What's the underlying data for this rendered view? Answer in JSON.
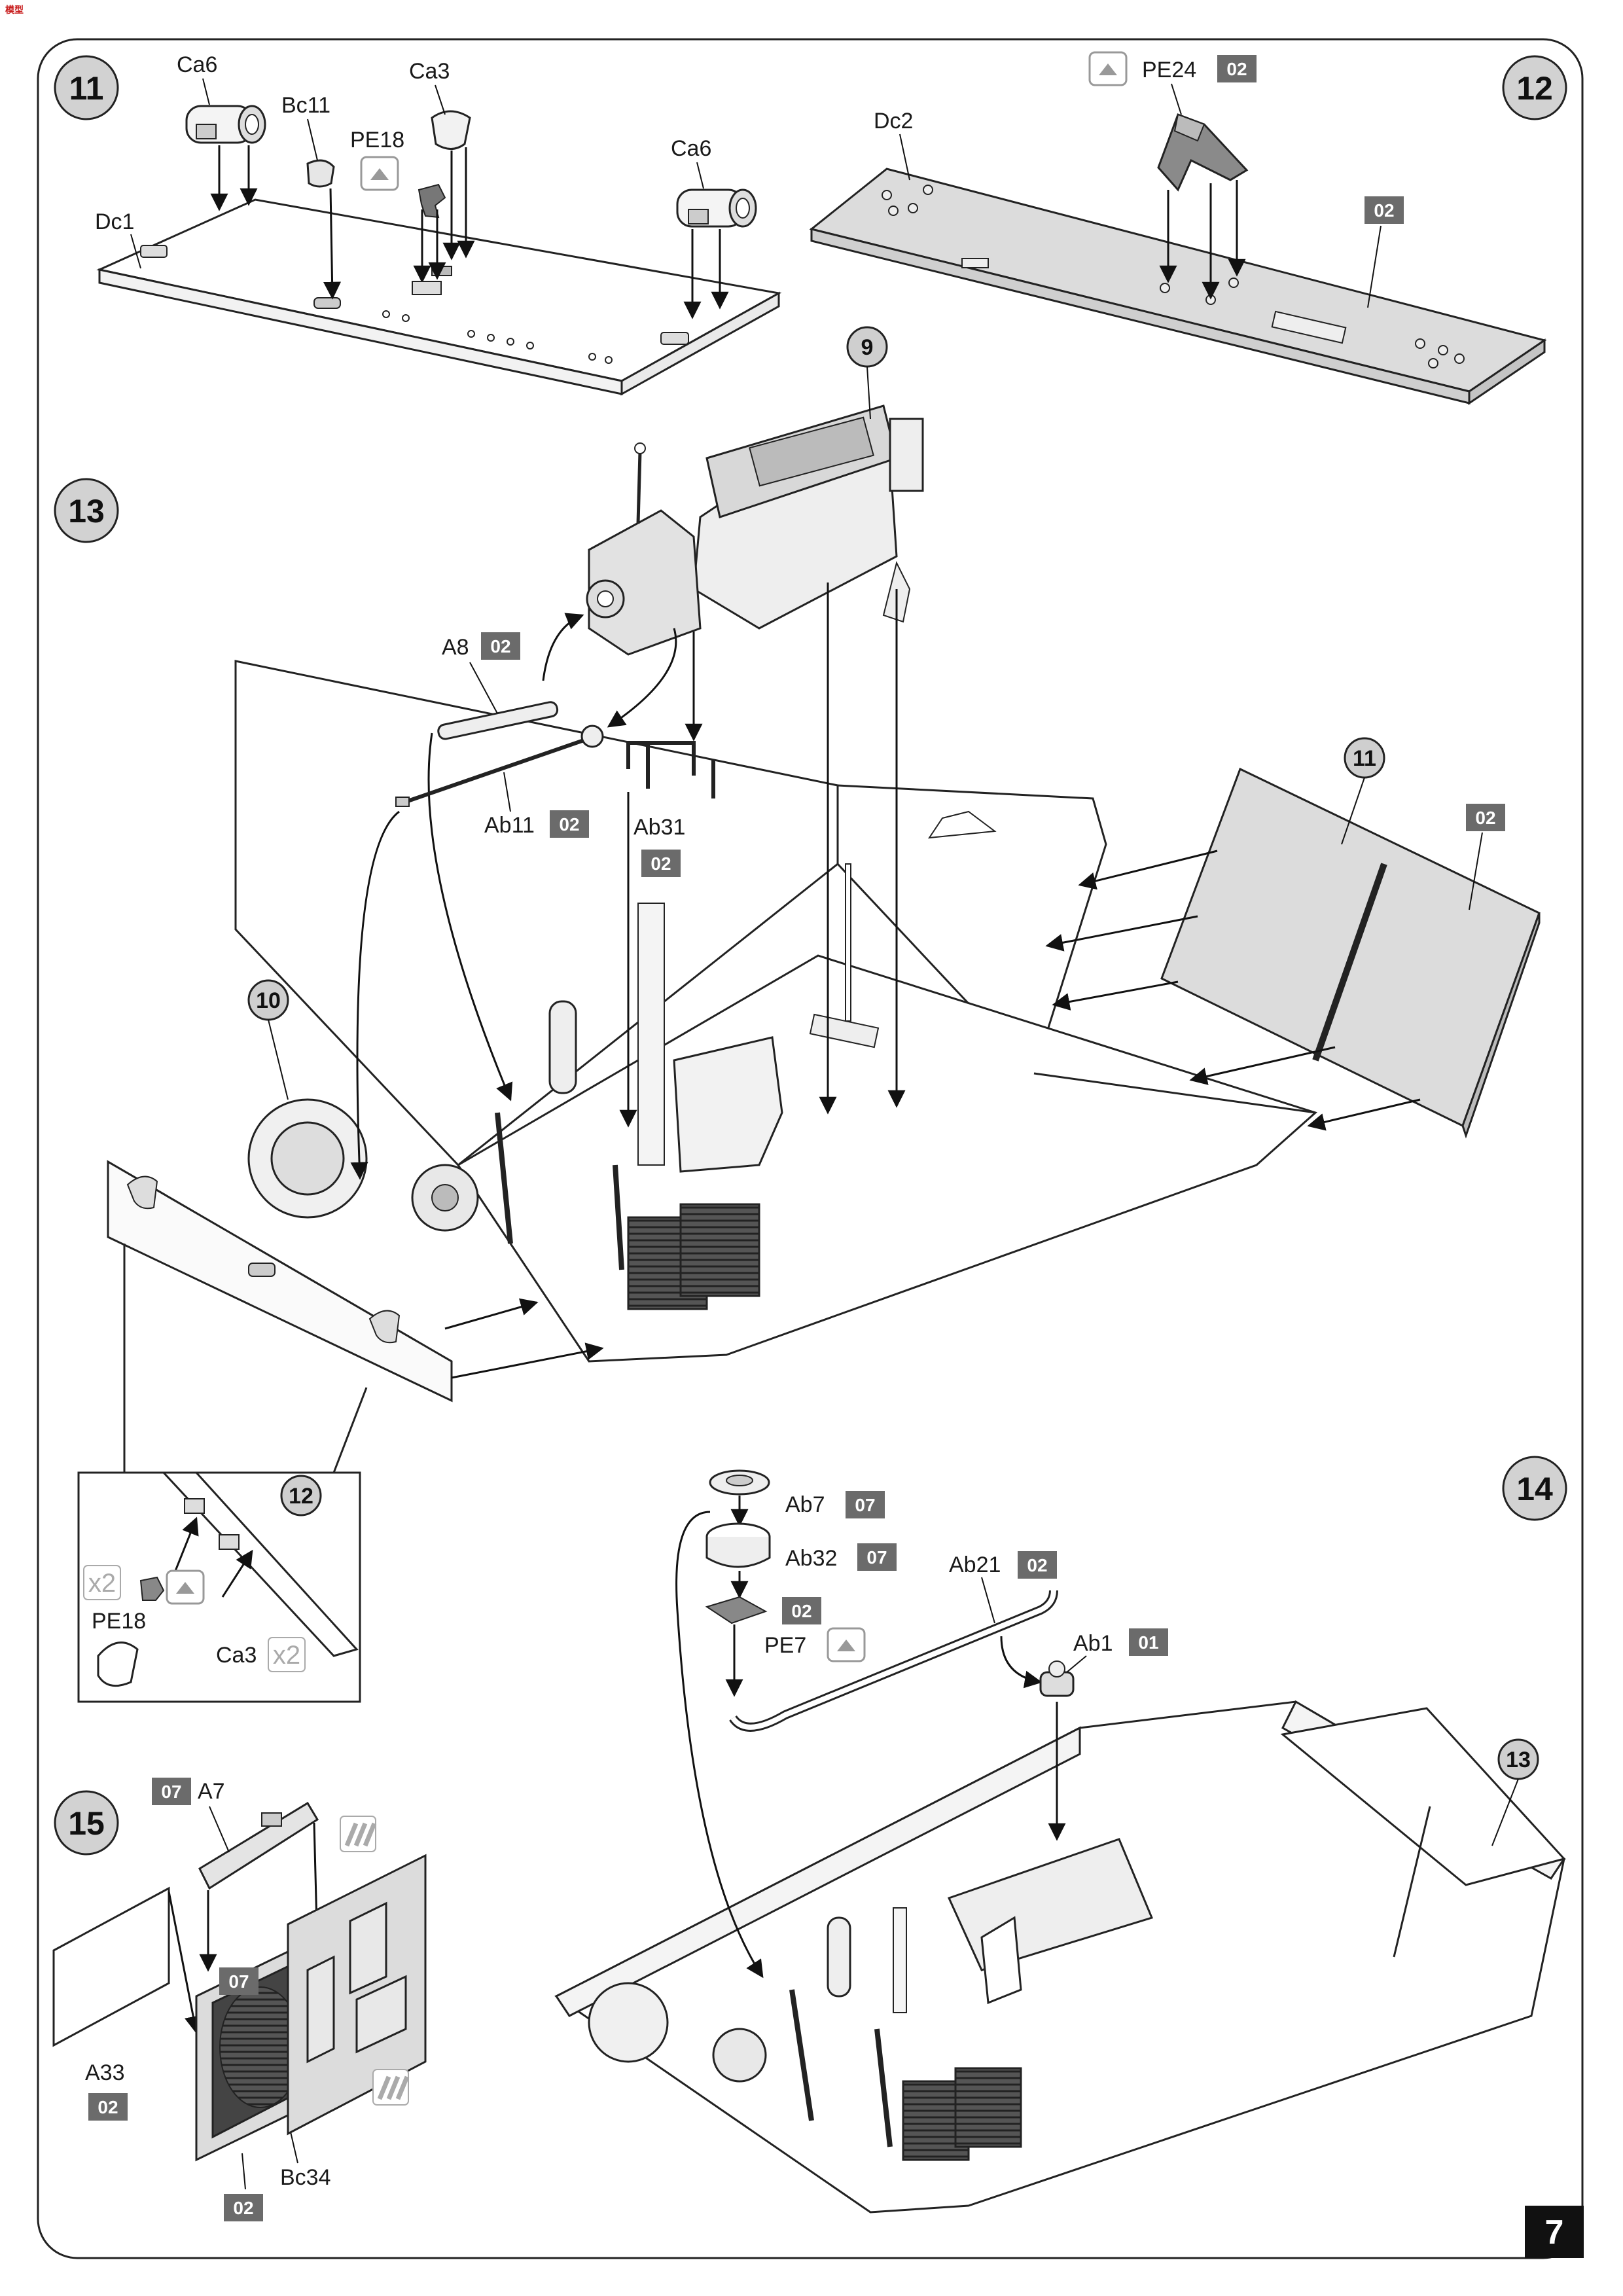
{
  "page": {
    "number": "7",
    "logo_text": "模型"
  },
  "colors": {
    "tag_fill": "#6b6b6b",
    "step_fill": "#d2d2d2",
    "ref_fill": "#cfcfcf",
    "gray_part": "#dcdcdc",
    "dark_part": "#444444"
  },
  "steps": {
    "s11": {
      "number": "11",
      "labels": {
        "ca6_a": "Ca6",
        "bc11": "Bc11",
        "ca3": "Ca3",
        "pe18": "PE18",
        "ca6_b": "Ca6",
        "dc1": "Dc1"
      }
    },
    "s12": {
      "number": "12",
      "labels": {
        "pe24": "PE24",
        "pe24_tag": "02",
        "dc2": "Dc2",
        "dc2_tag": "02"
      }
    },
    "s13": {
      "number": "13",
      "labels": {
        "a8": "A8",
        "a8_tag": "02",
        "ab11": "Ab11",
        "ab11_tag": "02",
        "ab31": "Ab31",
        "ab31_tag": "02",
        "panel_tag": "02"
      },
      "refs": {
        "r9": "9",
        "r10": "10",
        "r11": "11"
      },
      "detail": {
        "ref": "12",
        "pe18": "PE18",
        "ca3": "Ca3",
        "x2_a": "x2",
        "x2_b": "x2"
      }
    },
    "s14": {
      "number": "14",
      "labels": {
        "ab7": "Ab7",
        "ab7_tag": "07",
        "ab32": "Ab32",
        "ab32_tag": "07",
        "pe7": "PE7",
        "pe7_tag": "02",
        "ab21": "Ab21",
        "ab21_tag": "02",
        "ab1": "Ab1",
        "ab1_tag": "01"
      },
      "refs": {
        "r13": "13"
      }
    },
    "s15": {
      "number": "15",
      "labels": {
        "a7": "A7",
        "a7_tag": "07",
        "grille_tag": "07",
        "a33": "A33",
        "a33_tag": "02",
        "bc34": "Bc34",
        "bc34_tag": "02"
      }
    }
  }
}
